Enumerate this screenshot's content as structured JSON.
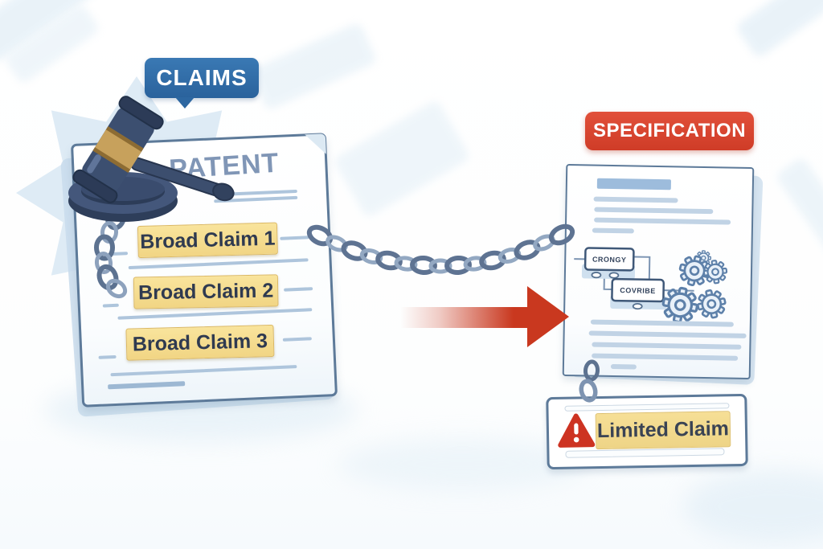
{
  "illustration": {
    "claims_badge": {
      "label": "CLAIMS",
      "bg_color": "#2d67a3"
    },
    "patent": {
      "title": "PATENT",
      "claims": [
        {
          "label": "Broad Claim 1"
        },
        {
          "label": "Broad Claim 2"
        },
        {
          "label": "Broad Claim 3"
        }
      ],
      "highlight_color": "#f5dd8e"
    },
    "specification_badge": {
      "label": "SPECIFICATION",
      "bg_color": "#d44128"
    },
    "specification": {
      "flowchart": {
        "node1": "CRONGY",
        "node2": "COVRIBE"
      }
    },
    "limited_claim": {
      "label": "Limited Claim",
      "highlight_color": "#f5dd8e",
      "warning_color": "#cd3322"
    },
    "connectors": {
      "chain_color": "#5e7392",
      "arrow_color": "#c9381f"
    },
    "icons": {
      "gavel": "gavel-icon",
      "chain": "chain-icon",
      "gears": "gear-icon",
      "warning": "warning-triangle-icon"
    }
  }
}
